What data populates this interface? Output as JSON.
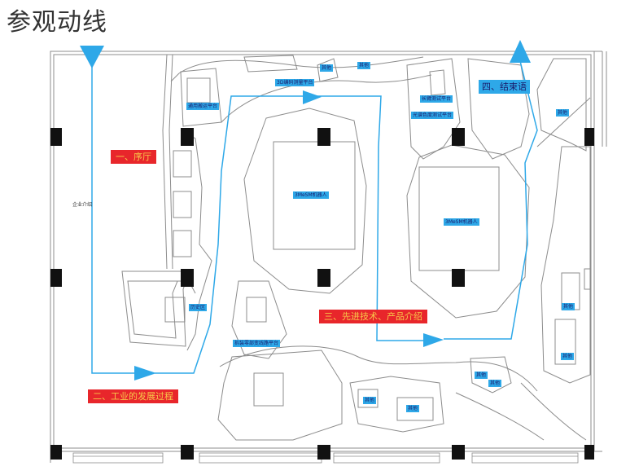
{
  "title": "参观动线",
  "colors": {
    "route": "#2ea8e8",
    "zone_tag": "#e8262b",
    "zone_tag_text": "#f7c84a",
    "wall": "#8c8c8c",
    "column": "#111111"
  },
  "zones": {
    "z1": "一、序厅",
    "z2": "二、工业的发展过程",
    "z3": "三、先进技术、产品介绍",
    "z4": "四、结束语"
  },
  "labels": {
    "company_intro": "企业介绍",
    "platform_general": "通用搬运平台",
    "platform_3d": "3D编码测量平台",
    "other": "其他",
    "robot": "3MeSM机器人",
    "long_track": "长臂测试平台",
    "photoelectric": "光谱色度测试平台",
    "exhibit": "历史区",
    "control_platform": "拆装零部变线路平台"
  }
}
